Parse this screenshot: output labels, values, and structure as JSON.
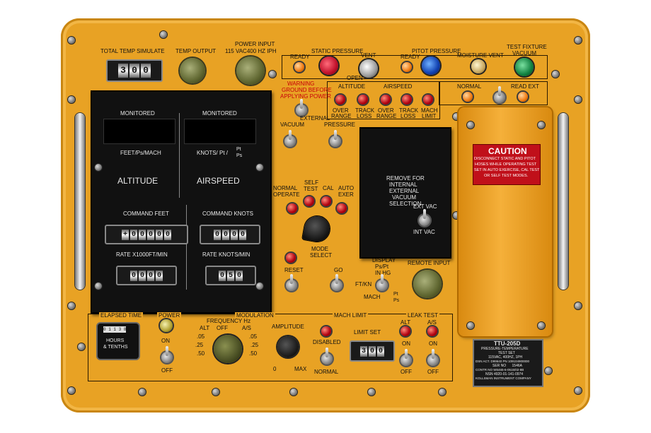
{
  "colors": {
    "panel": "#e8a224",
    "caution_bg": "#c0101a",
    "led_red": "#b10010",
    "led_orange": "#f07a10"
  },
  "top_left": {
    "total_temp": "TOTAL TEMP SIMULATE",
    "temp_output": "TEMP OUTPUT",
    "power_input": "POWER INPUT",
    "power_input_spec": "115 VAC400 HZ IPH",
    "temp_digits": [
      "3",
      "0",
      "0"
    ]
  },
  "top_row": {
    "ready": "READY",
    "static_pressure": "STATIC PRESSURE",
    "vent": "VENT",
    "open": "OPEN",
    "pitot_pressure": "PITOT PRESSURE",
    "ready2": "READY",
    "moisture_vent": "MOISTURE VENT",
    "test_fixture": "TEST FIXTURE",
    "vacuum": "VACUUM"
  },
  "warning": {
    "line1": "WARNING",
    "line2": "GROUND BEFORE",
    "line3": "APPLYING POWER"
  },
  "indicators": {
    "altitude": "ALTITUDE",
    "airspeed": "AIRSPEED",
    "over": "OVER",
    "range": "RANGE",
    "track": "TRACK",
    "loss": "LOSS",
    "mach": "MACH",
    "limit": "LIMIT",
    "normal": "NORMAL",
    "read_ext": "READ EXT"
  },
  "left_box": {
    "monitored_l": "MONITORED",
    "monitored_r": "MONITORED",
    "feet_unit": "FEET/Ps/MACH",
    "knots_unit": "KNOTS/ Pt / ",
    "pt_ps_top": "Pt",
    "pt_ps_bot": "Ps",
    "altitude": "ALTITUDE",
    "airspeed": "AIRSPEED",
    "command_feet": "COMMAND FEET",
    "command_knots": "COMMAND KNOTS",
    "rate_feet": "RATE X1000FT/MIN",
    "rate_knots": "RATE KNOTS/MIN",
    "cmd_feet_digits": [
      "+",
      "0",
      "0",
      "0",
      "0",
      "0"
    ],
    "cmd_knots_digits": [
      "0",
      "0",
      "0",
      "0"
    ],
    "rate_feet_digits": [
      "0",
      "0",
      "0",
      "0"
    ],
    "rate_knots_digits": [
      "0",
      "5",
      "0"
    ]
  },
  "mid": {
    "external": "EXTERNAL",
    "vacuum": "VACUUM",
    "pressure": "PRESSURE",
    "normal_operate_1": "NORMAL",
    "normal_operate_2": "OPERATE",
    "self_test_1": "SELF",
    "self_test_2": "TEST",
    "cal": "CAL",
    "auto_exer_1": "AUTO",
    "auto_exer_2": "EXER",
    "mode_select_1": "MODE",
    "mode_select_2": "SELECT",
    "reset": "RESET",
    "go": "GO",
    "display_1": "DISPLAY",
    "display_2": "Ps/Pt",
    "display_3": "IN HG",
    "ft_kn": "FT/KN",
    "mach": "MACH",
    "pt_ps_top": "Pt",
    "pt_ps_bot": "Ps"
  },
  "vac_box": {
    "line1": "REMOVE FOR",
    "line2": "INTERNAL",
    "line3": "EXTERNAL",
    "line4": "VACUUM",
    "line5": "SELECTION",
    "ext_vac": "EXT VAC",
    "int_vac": "INT VAC"
  },
  "remote_input": "REMOTE INPUT",
  "caution": {
    "title": "CAUTION",
    "line1": "DISCONNECT STATIC AND PITOT",
    "line2": "HOSES WHILE OPERATING TEST",
    "line3": "SET IN AUTO EXERCISE, CAL TEST",
    "line4": "OR SELF TEST MODES."
  },
  "plate": {
    "model": "TTU-205D",
    "line1": "PRESSURE-TEMPERATURE",
    "line2": "TEST SET",
    "line3": "115VAC, 400HZ, 1PH",
    "line4": "DSN ACT. D99640 PN 109104900000",
    "line5": "SER NO      1546A",
    "line6": "CONTR NO W6465-6-0515/02-8B",
    "line7": "NSN 4920-01-141-0974",
    "line8": "KOLLSMAN INSTRUMENT COMPANY"
  },
  "bottom": {
    "elapsed_time": "ELAPSED TIME",
    "hours_1": "HOURS",
    "hours_2": "& TENTHS",
    "hours_digits": "0 1 1 3 8",
    "power": "POWER",
    "on": "ON",
    "off": "OFF",
    "modulation": "MODULATION",
    "frequency": "FREQUENCY Hz",
    "alt": "ALT",
    "off_mid": "OFF",
    "as": "A/S",
    "f05a": ".05",
    "f25a": ".25",
    "f50a": ".50",
    "f05b": ".05",
    "f25b": ".25",
    "f50b": ".50",
    "amplitude": "AMPLITUDE",
    "zero": "0",
    "max": "MAX",
    "mach_limit": "MACH LIMIT",
    "disabled": "DISABLED",
    "normal": "NORMAL",
    "limit_set": "LIMIT SET",
    "limit_digits": [
      "3",
      "0",
      "0"
    ],
    "leak_test": "LEAK TEST",
    "alt2": "ALT",
    "as2": "A/S",
    "on_l": "ON",
    "on_r": "ON",
    "off_l": "OFF",
    "off_r": "OFF"
  }
}
